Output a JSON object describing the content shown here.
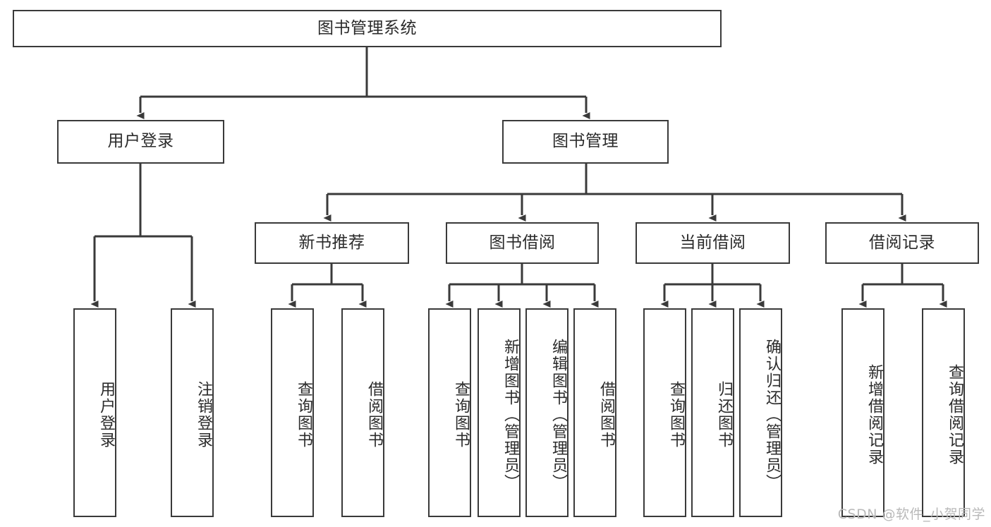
{
  "diagram": {
    "title": "图书管理系统",
    "type": "tree-hierarchy-chart",
    "root": {
      "id": "root",
      "label": "图书管理系统"
    },
    "level2": [
      {
        "id": "user-login",
        "label": "用户登录"
      },
      {
        "id": "book-management",
        "label": "图书管理"
      }
    ],
    "level3": [
      {
        "id": "new-book-recommend",
        "label": "新书推荐"
      },
      {
        "id": "book-borrow",
        "label": "图书借阅"
      },
      {
        "id": "current-borrow",
        "label": "当前借阅"
      },
      {
        "id": "borrow-record",
        "label": "借阅记录"
      }
    ],
    "leaves": [
      {
        "id": "leaf-user-login",
        "label": "用户登录",
        "parent": "user-login"
      },
      {
        "id": "leaf-logout-login",
        "label": "注销登录",
        "parent": "user-login"
      },
      {
        "id": "leaf-query-book-1",
        "label": "查询图书",
        "parent": "new-book-recommend"
      },
      {
        "id": "leaf-borrow-book-1",
        "label": "借阅图书",
        "parent": "new-book-recommend"
      },
      {
        "id": "leaf-query-book-2",
        "label": "查询图书",
        "parent": "book-borrow"
      },
      {
        "id": "leaf-add-book",
        "label": "新增图书（管理员）",
        "parent": "book-borrow"
      },
      {
        "id": "leaf-edit-book",
        "label": "编辑图书（管理员）",
        "parent": "book-borrow"
      },
      {
        "id": "leaf-borrow-book-2",
        "label": "借阅图书",
        "parent": "book-borrow"
      },
      {
        "id": "leaf-query-book-3",
        "label": "查询图书",
        "parent": "current-borrow"
      },
      {
        "id": "leaf-return-book",
        "label": "归还图书",
        "parent": "current-borrow"
      },
      {
        "id": "leaf-confirm-return",
        "label": "确认归还（管理员）",
        "parent": "current-borrow"
      },
      {
        "id": "leaf-add-record",
        "label": "新增借阅记录",
        "parent": "borrow-record"
      },
      {
        "id": "leaf-query-record",
        "label": "查询借阅记录",
        "parent": "borrow-record"
      }
    ],
    "colors": {
      "stroke": "#3a3a3a",
      "background": "#ffffff",
      "text": "#2b2b2b",
      "watermark": "#b9b9b9"
    }
  },
  "watermark": {
    "text": "CSDN @软件_小贺同学"
  }
}
